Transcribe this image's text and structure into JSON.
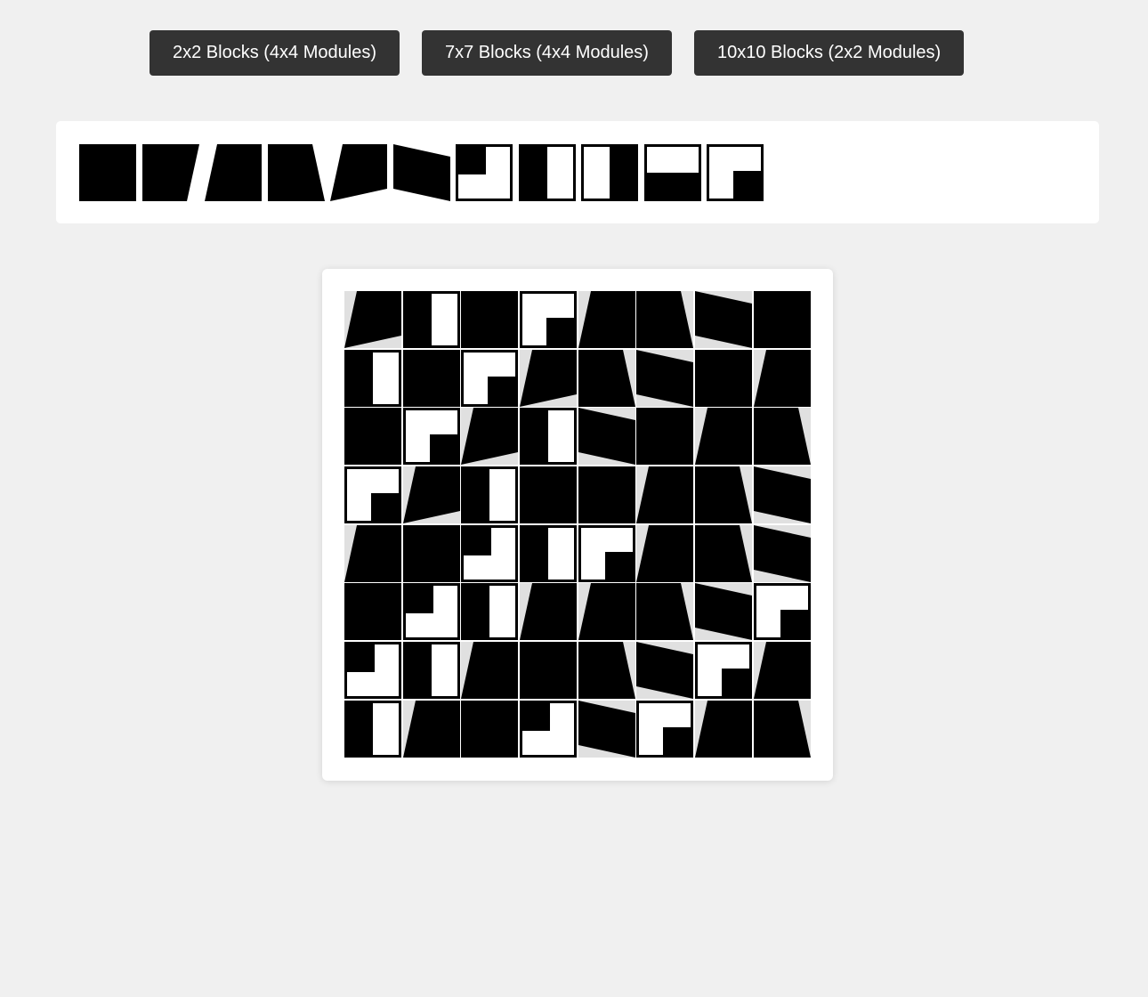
{
  "toolbar": {
    "buttons": [
      {
        "label": "2x2 Blocks (4x4 Modules)"
      },
      {
        "label": "7x7 Blocks (4x4 Modules)"
      },
      {
        "label": "10x10 Blocks (2x2 Modules)"
      }
    ]
  },
  "palette": {
    "tiles": [
      "square",
      "trap-a",
      "trap-b",
      "trap-c",
      "trap-d",
      "trap-e",
      "l-bl",
      "bar-right",
      "bar-left",
      "bar-top",
      "l-tr"
    ]
  },
  "board": {
    "rows": 8,
    "cols": 8,
    "cells": [
      [
        "trap-d",
        "bar-right",
        "square",
        "l-tr",
        "trap-b",
        "trap-c",
        "trap-e",
        "square"
      ],
      [
        "bar-right",
        "square",
        "l-tr",
        "trap-d",
        "trap-c",
        "trap-e",
        "square",
        "trap-b"
      ],
      [
        "square",
        "l-tr",
        "trap-d",
        "bar-right",
        "trap-e",
        "square",
        "trap-b",
        "trap-c"
      ],
      [
        "l-tr",
        "trap-d",
        "bar-right",
        "square",
        "square",
        "trap-b",
        "trap-c",
        "trap-e"
      ],
      [
        "trap-b",
        "square",
        "l-bl",
        "bar-right",
        "l-tr",
        "trap-b",
        "trap-c",
        "trap-e"
      ],
      [
        "square",
        "l-bl",
        "bar-right",
        "trap-b",
        "trap-b",
        "trap-c",
        "trap-e",
        "l-tr"
      ],
      [
        "l-bl",
        "bar-right",
        "trap-b",
        "square",
        "trap-c",
        "trap-e",
        "l-tr",
        "trap-b"
      ],
      [
        "bar-right",
        "trap-b",
        "square",
        "l-bl",
        "trap-e",
        "l-tr",
        "trap-b",
        "trap-c"
      ]
    ]
  },
  "colors": {
    "background": "#f0f0f0",
    "button": "#333333",
    "button_text": "#ffffff",
    "tile_fill": "#000000",
    "tile_bg": "#e0e0e0",
    "panel": "#ffffff"
  }
}
